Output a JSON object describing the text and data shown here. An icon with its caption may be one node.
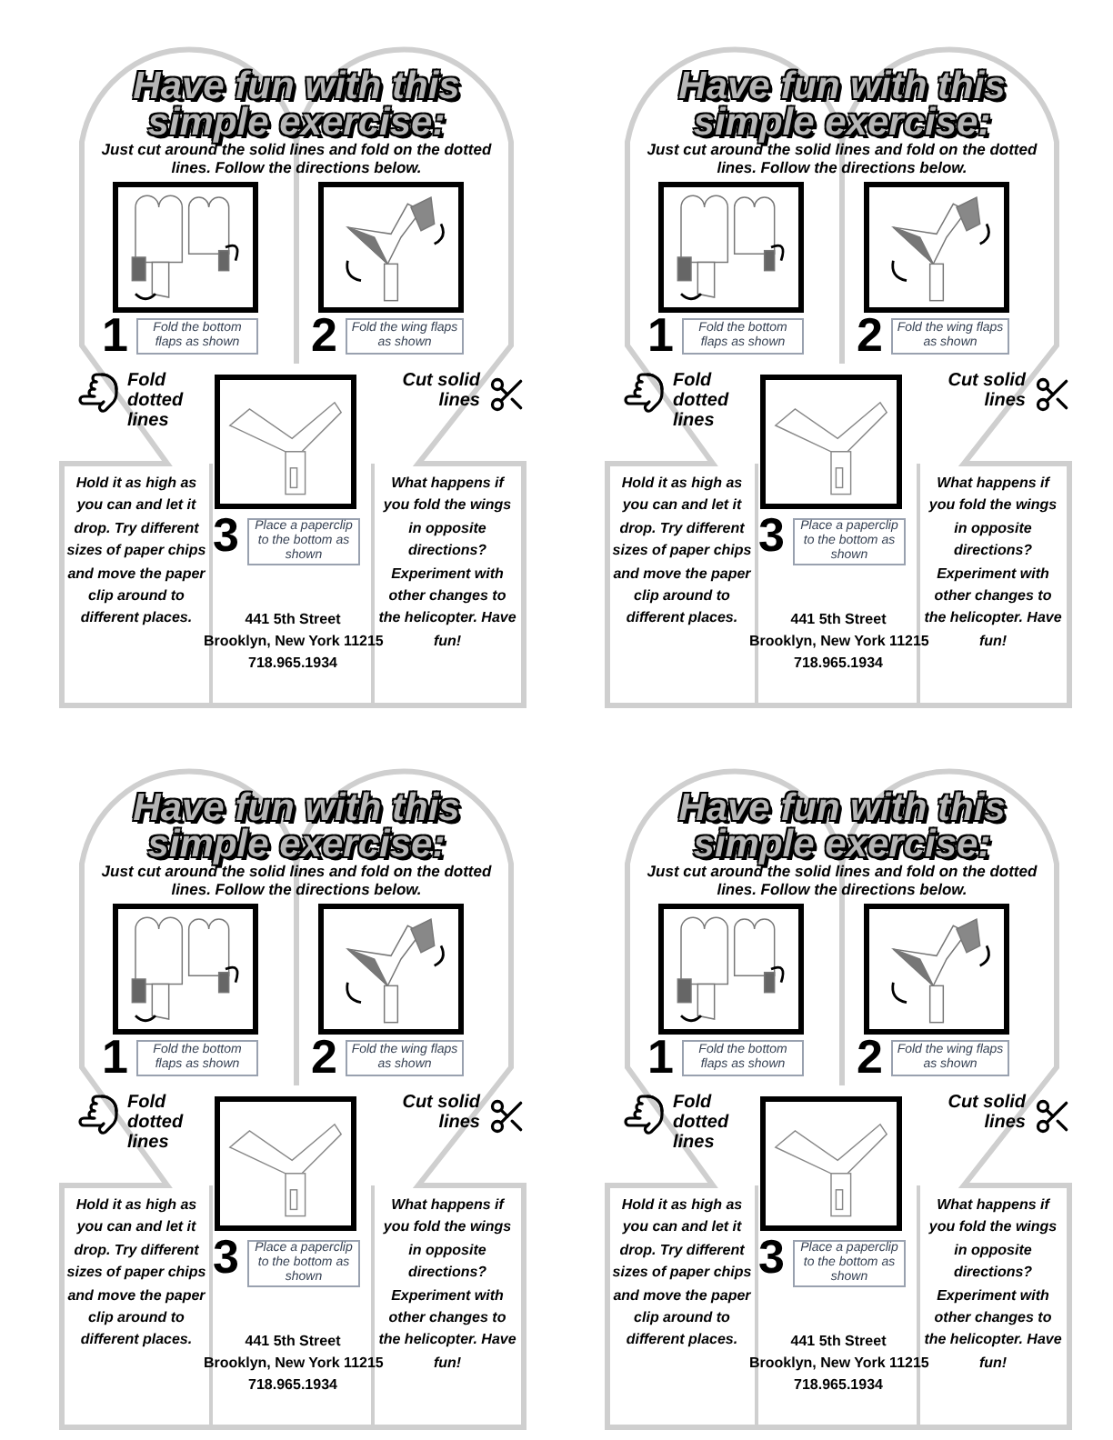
{
  "diagram": {
    "nodes": [
      {
        "text": [
          "Have fun with this simple exercise:",
          "Just cut around the solid lines and fold on the dotted lines. Follow the directions below."
        ]
      },
      {
        "text": [],
        "shape": "picture",
        "in": 0
      },
      {
        "text": [
          "Fold the bottom flaps as shown"
        ],
        "beside": [
          "1"
        ],
        "in": 0
      },
      {
        "text": [],
        "shape": "picture",
        "in": 0
      },
      {
        "text": [
          "Fold the wing flaps as shown"
        ],
        "beside": [
          "2"
        ],
        "in": 0
      },
      {
        "text": [],
        "shape": "picture",
        "in": 0
      },
      {
        "text": [
          "Place a paperclip to the bottom as shown"
        ],
        "beside": [
          "3"
        ],
        "in": 0
      },
      {
        "text": [
          "Hold it as high as you can and let it drop. Try different sizes of paper chips and move the paper clip around to different places."
        ],
        "in": 0
      },
      {
        "text": [
          "What happens if you fold the wings in opposite directions? Experiment with other changes to the helicopter. Have fun!"
        ],
        "in": 0
      },
      {
        "text": [
          "Have fun with this simple exercise:",
          "Just cut around the solid lines and fold on the dotted lines. Follow the directions below."
        ]
      },
      {
        "text": [],
        "shape": "picture",
        "in": 9
      },
      {
        "text": [
          "Fold the bottom flaps as shown"
        ],
        "beside": [
          "1"
        ],
        "in": 9
      },
      {
        "text": [],
        "shape": "picture",
        "in": 9
      },
      {
        "text": [
          "Fold the wing flaps as shown"
        ],
        "beside": [
          "2"
        ],
        "in": 9
      },
      {
        "text": [],
        "shape": "picture",
        "in": 9
      },
      {
        "text": [
          "Place a paperclip to the bottom as shown"
        ],
        "beside": [
          "3"
        ],
        "in": 9
      },
      {
        "text": [
          "Hold it as high as you can and let it drop. Try different sizes of paper chips and move the paper clip around to different places."
        ],
        "in": 9
      },
      {
        "text": [
          "What happens if you fold the wings in opposite directions? Experiment with other changes to the helicopter. Have fun!"
        ],
        "in": 9
      },
      {
        "text": [
          "Have fun with this simple exercise:",
          "Just cut around the solid lines and fold on the dotted lines. Follow the directions below."
        ]
      },
      {
        "text": [],
        "shape": "picture",
        "in": 18
      },
      {
        "text": [
          "Fold the bottom flaps as shown"
        ],
        "beside": [
          "1"
        ],
        "in": 18
      },
      {
        "text": [],
        "shape": "picture",
        "in": 18
      },
      {
        "text": [
          "Fold the wing flaps as shown"
        ],
        "beside": [
          "2"
        ],
        "in": 18
      },
      {
        "text": [],
        "shape": "picture",
        "in": 18
      },
      {
        "text": [
          "Place a paperclip to the bottom as shown"
        ],
        "beside": [
          "3"
        ],
        "in": 18
      },
      {
        "text": [
          "Hold it as high as you can and let it drop. Try different sizes of paper chips and move the paper clip around to different places."
        ],
        "in": 18
      },
      {
        "text": [
          "What happens if you fold the wings in opposite directions? Experiment with other changes to the helicopter. Have fun!"
        ],
        "in": 18
      },
      {
        "text": [
          "Have fun with this simple exercise:",
          "Just cut around the solid lines and fold on the dotted lines. Follow the directions below."
        ]
      },
      {
        "text": [],
        "shape": "picture",
        "in": 27
      },
      {
        "text": [
          "Fold the bottom flaps as shown"
        ],
        "beside": [
          "1"
        ],
        "in": 27
      },
      {
        "text": [],
        "shape": "picture",
        "in": 27
      },
      {
        "text": [
          "Fold the wing flaps as shown"
        ],
        "beside": [
          "2"
        ],
        "in": 27
      },
      {
        "text": [],
        "shape": "picture",
        "in": 27
      },
      {
        "text": [
          "Place a paperclip to the bottom as shown"
        ],
        "beside": [
          "3"
        ],
        "in": 27
      },
      {
        "text": [
          "Hold it as high as you can and let it drop. Try different sizes of paper chips and move the paper clip around to different places."
        ],
        "in": 27
      },
      {
        "text": [
          "What happens if you fold the wings in opposite directions? Experiment with other changes to the helicopter. Have fun!"
        ],
        "in": 27
      }
    ],
    "labels": [
      "Fold dotted lines",
      "Cut solid lines",
      "441 5th Street",
      "Brooklyn, New York 11215",
      "718.965.1934",
      "Fold dotted lines",
      "Cut solid lines",
      "441 5th Street",
      "Brooklyn, New York 11215",
      "718.965.1934",
      "Fold dotted lines",
      "Cut solid lines",
      "441 5th Street",
      "Brooklyn, New York 11215",
      "718.965.1934",
      "Fold dotted lines",
      "Cut solid lines",
      "441 5th Street",
      "Brooklyn, New York 11215",
      "718.965.1934"
    ]
  }
}
